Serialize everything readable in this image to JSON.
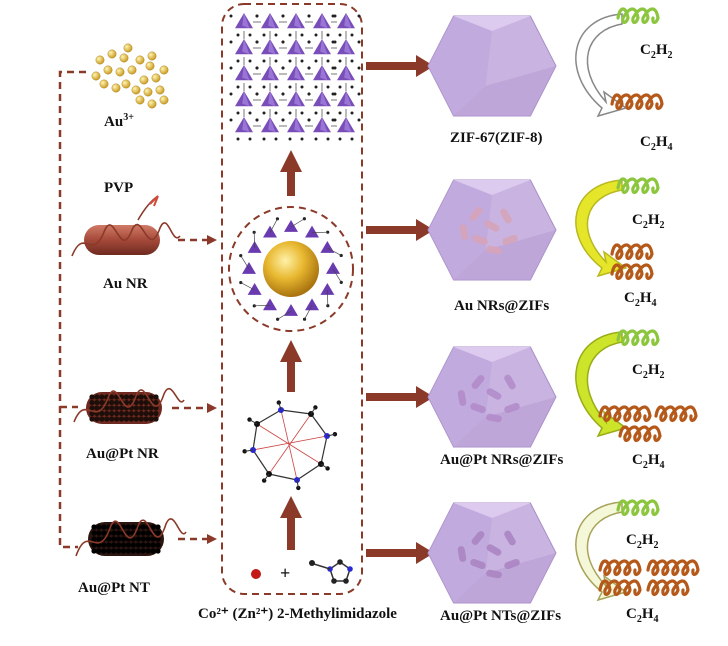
{
  "colors": {
    "arrow": "#8b3a2a",
    "dashed": "#8b3a2a",
    "zif": "#c9b3e0",
    "zif_dark": "#a88fc8",
    "rod": "#a5493a",
    "gold": "#d6ad2e",
    "c2h2": "#8cc63f",
    "c2h4": "#b5591a",
    "purple": "#6a3bb0"
  },
  "left": {
    "au3_label": "Au",
    "au3_charge": "3+",
    "pvp_label": "PVP",
    "au_nr_label": "Au NR",
    "au_pt_nr_label": "Au@Pt NR",
    "au_pt_nt_label": "Au@Pt NT"
  },
  "center": {
    "precursor_label": "Co²⁺ (Zn²⁺) 2-Methylimidazole",
    "plus_sign": "+"
  },
  "rows": [
    {
      "product_label": "ZIF-67(ZIF-8)",
      "gas_in": {
        "base": "C",
        "s1": "2",
        "mid": "H",
        "s2": "2"
      },
      "gas_out": {
        "base": "C",
        "s1": "2",
        "mid": "H",
        "s2": "4"
      }
    },
    {
      "product_label": "Au NRs@ZIFs",
      "gas_in": {
        "base": "C",
        "s1": "2",
        "mid": "H",
        "s2": "2"
      },
      "gas_out": {
        "base": "C",
        "s1": "2",
        "mid": "H",
        "s2": "4"
      }
    },
    {
      "product_label": "Au@Pt NRs@ZIFs",
      "gas_in": {
        "base": "C",
        "s1": "2",
        "mid": "H",
        "s2": "2"
      },
      "gas_out": {
        "base": "C",
        "s1": "2",
        "mid": "H",
        "s2": "4"
      }
    },
    {
      "product_label": "Au@Pt NTs@ZIFs",
      "gas_in": {
        "base": "C",
        "s1": "2",
        "mid": "H",
        "s2": "2"
      },
      "gas_out": {
        "base": "C",
        "s1": "2",
        "mid": "H",
        "s2": "4"
      }
    }
  ]
}
